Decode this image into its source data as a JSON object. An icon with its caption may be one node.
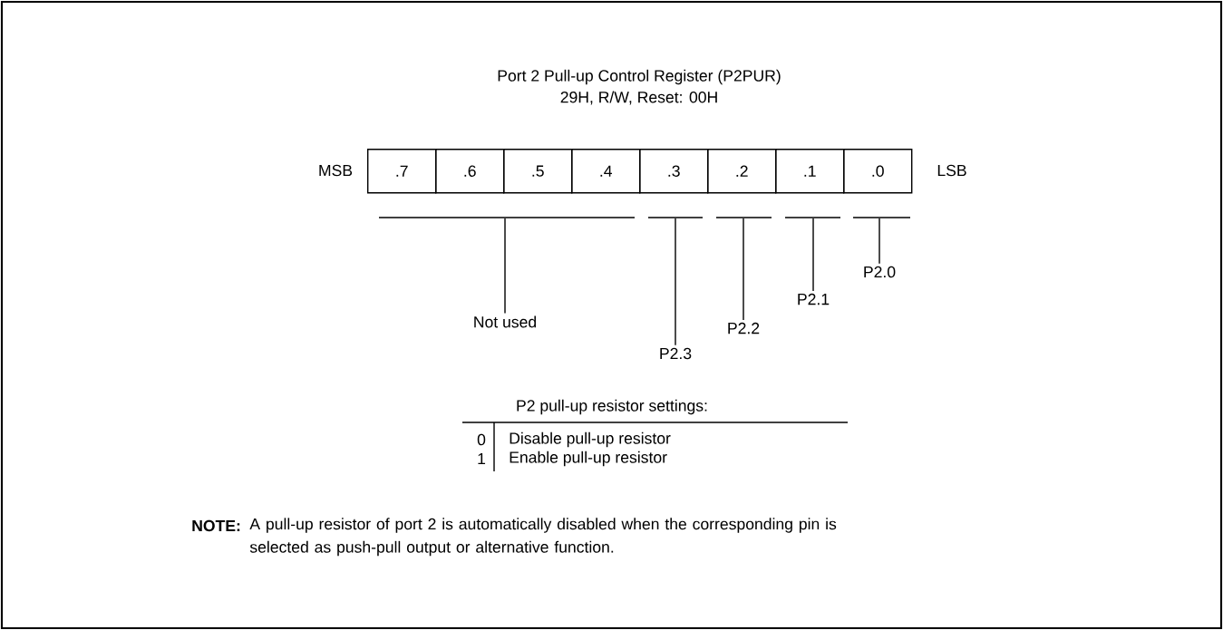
{
  "diagram": {
    "title": "Port 2 Pull-up Control Register (P2PUR)",
    "nodes": [
      {
        "text": [
          ".7"
        ]
      },
      {
        "text": [
          ".6"
        ]
      },
      {
        "text": [
          ".5"
        ]
      },
      {
        "text": [
          ".4"
        ]
      },
      {
        "text": [
          ".3"
        ]
      },
      {
        "text": [
          ".2"
        ]
      },
      {
        "text": [
          ".1"
        ]
      },
      {
        "text": [
          ".0"
        ]
      },
      {
        "text": [],
        "shape": "bar"
      },
      {
        "text": [],
        "shape": "bar"
      },
      {
        "text": [],
        "shape": "bar"
      },
      {
        "text": [],
        "shape": "bar"
      },
      {
        "text": [],
        "shape": "bar"
      },
      {
        "text": [
          "Not used"
        ]
      },
      {
        "text": [
          "P2.3"
        ]
      },
      {
        "text": [
          "P2.2"
        ]
      },
      {
        "text": [
          "P2.1"
        ]
      },
      {
        "text": [
          "P2.0"
        ]
      }
    ],
    "edges": [
      {
        "from": 8,
        "to": 13,
        "arrow": "none"
      },
      {
        "from": 9,
        "to": 14,
        "arrow": "none"
      },
      {
        "from": 10,
        "to": 15,
        "arrow": "none"
      },
      {
        "from": 11,
        "to": 16,
        "arrow": "none"
      },
      {
        "from": 12,
        "to": 17,
        "arrow": "none"
      }
    ],
    "labels": [
      "29H, R/W, Reset: 00H",
      "MSB",
      "LSB",
      "P2 pull-up resistor settings:",
      "0",
      "Disable pull-up resistor",
      "1",
      "Enable pull-up resistor",
      "NOTE:",
      "A pull-up resistor of port 2 is automatically disabled when the corresponding pin is selected as push-pull output or alternative function."
    ]
  }
}
